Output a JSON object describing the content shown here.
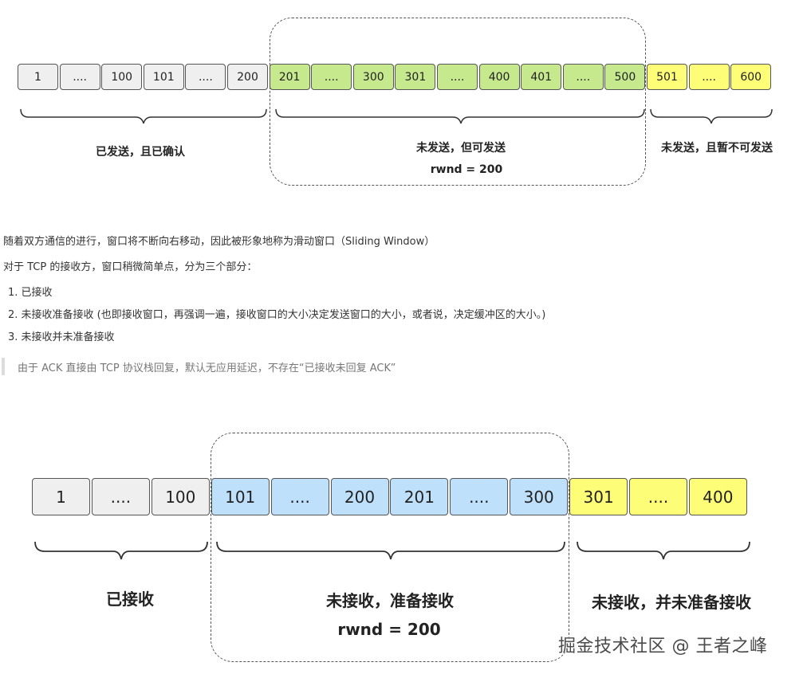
{
  "diagram1": {
    "cells": [
      {
        "label": "1",
        "color": "gray"
      },
      {
        "label": "....",
        "color": "gray"
      },
      {
        "label": "100",
        "color": "gray"
      },
      {
        "label": "101",
        "color": "gray"
      },
      {
        "label": "....",
        "color": "gray"
      },
      {
        "label": "200",
        "color": "gray"
      },
      {
        "label": "201",
        "color": "green"
      },
      {
        "label": "....",
        "color": "green"
      },
      {
        "label": "300",
        "color": "green"
      },
      {
        "label": "301",
        "color": "green"
      },
      {
        "label": "....",
        "color": "green"
      },
      {
        "label": "400",
        "color": "green"
      },
      {
        "label": "401",
        "color": "green"
      },
      {
        "label": "....",
        "color": "green"
      },
      {
        "label": "500",
        "color": "green"
      },
      {
        "label": "501",
        "color": "yellow"
      },
      {
        "label": "....",
        "color": "yellow"
      },
      {
        "label": "600",
        "color": "yellow"
      }
    ],
    "sent_acked": "已发送，且已确认",
    "can_send": "未发送，但可发送",
    "rwnd": "rwnd = 200",
    "cannot_send": "未发送，且暂不可发送"
  },
  "paragraphs": {
    "p1": "随着双方通信的进行，窗口将不断向右移动，因此被形象地称为滑动窗口（Sliding Window）",
    "p2": "对于 TCP 的接收方，窗口稍微简单点，分为三个部分："
  },
  "list": [
    "1. 已接收",
    "2. 未接收准备接收 (也即接收窗口，再强调一遍，接收窗口的大小决定发送窗口的大小，或者说，决定缓冲区的大小。)",
    "3. 未接收并未准备接收"
  ],
  "quote": "由于 ACK 直接由 TCP 协议栈回复，默认无应用延迟，不存在“已接收未回复 ACK”",
  "diagram2": {
    "cells": [
      {
        "label": "1",
        "color": "gray"
      },
      {
        "label": "....",
        "color": "gray"
      },
      {
        "label": "100",
        "color": "gray"
      },
      {
        "label": "101",
        "color": "blue"
      },
      {
        "label": "....",
        "color": "blue"
      },
      {
        "label": "200",
        "color": "blue"
      },
      {
        "label": "201",
        "color": "blue"
      },
      {
        "label": "....",
        "color": "blue"
      },
      {
        "label": "300",
        "color": "blue"
      },
      {
        "label": "301",
        "color": "yellow"
      },
      {
        "label": "....",
        "color": "yellow"
      },
      {
        "label": "400",
        "color": "yellow"
      }
    ],
    "received": "已接收",
    "ready_receive": "未接收，准备接收",
    "rwnd": "rwnd = 200",
    "not_ready": "未接收，并未准备接收"
  },
  "watermark": "掘金技术社区 @ 王者之峰"
}
